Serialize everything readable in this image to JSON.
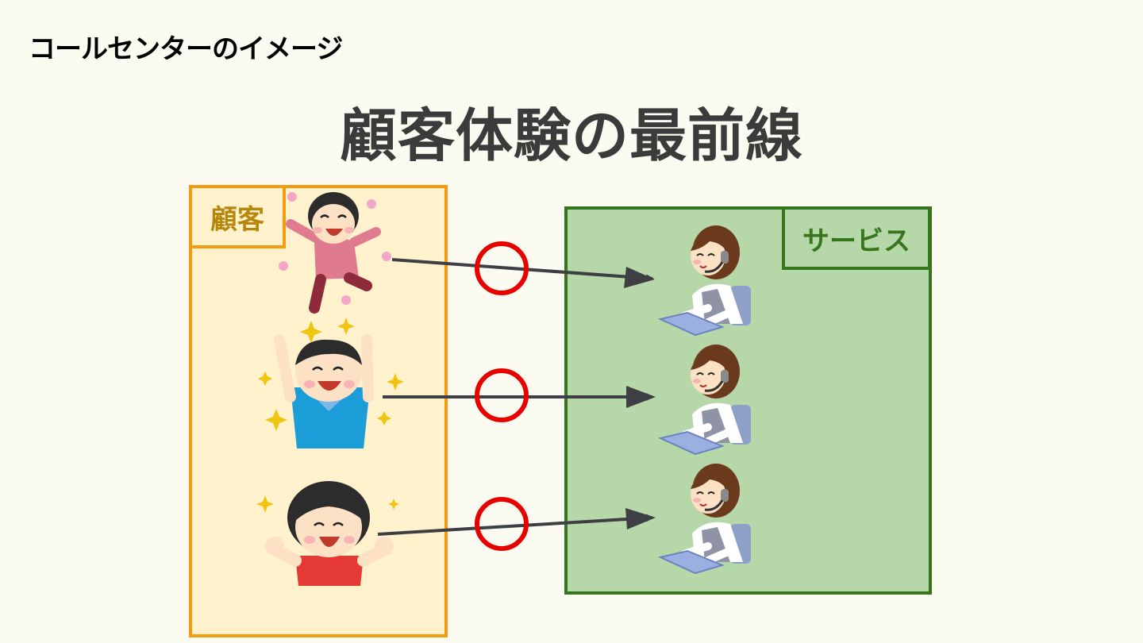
{
  "slide_title": "コールセンターのイメージ",
  "headline": "顧客体験の最前線",
  "customer_group": {
    "label": "顧客",
    "border_color": "#f39c12",
    "fill_color": "#fff2cc"
  },
  "service_group": {
    "label": "サービス",
    "border_color": "#38761d",
    "fill_color": "#b6d7a8"
  },
  "connections": [
    {
      "from": "customer-1",
      "to": "operator-1",
      "mark": "circle"
    },
    {
      "from": "customer-2",
      "to": "operator-2",
      "mark": "circle"
    },
    {
      "from": "customer-3",
      "to": "operator-3",
      "mark": "circle"
    }
  ],
  "colors": {
    "arrow": "#3d3f44",
    "circle_mark": "#e60000",
    "headline": "#3b3b3b"
  },
  "icons": [
    "happy-woman-jumping-icon",
    "happy-boy-cheering-icon",
    "happy-girl-cheering-icon",
    "call-center-operator-icon"
  ]
}
